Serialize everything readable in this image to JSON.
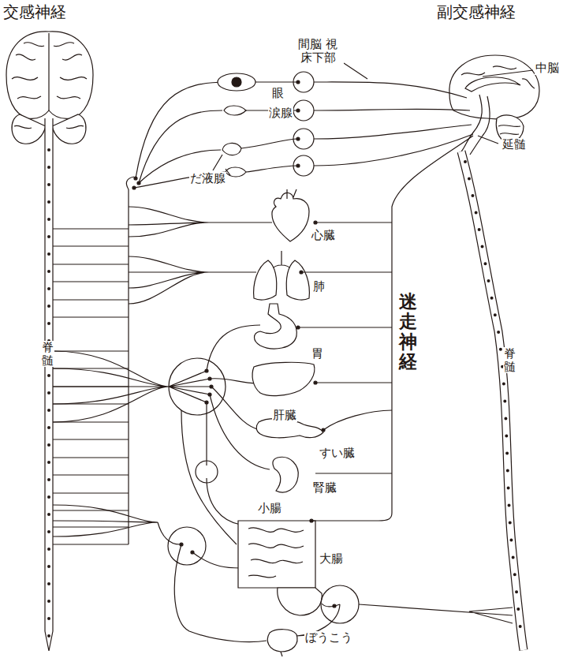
{
  "diagram": {
    "labels": [
      "交感神経",
      "副交感神経",
      "間脳 視床下部",
      "中脳",
      "延髄",
      "眼",
      "涙腺",
      "だ液腺",
      "心臓",
      "肺",
      "迷走神経",
      "胃",
      "肝臓",
      "すい臓",
      "腎臓",
      "小腸",
      "大腸",
      "ぼうこう",
      "脊髄",
      "脊髄"
    ]
  }
}
